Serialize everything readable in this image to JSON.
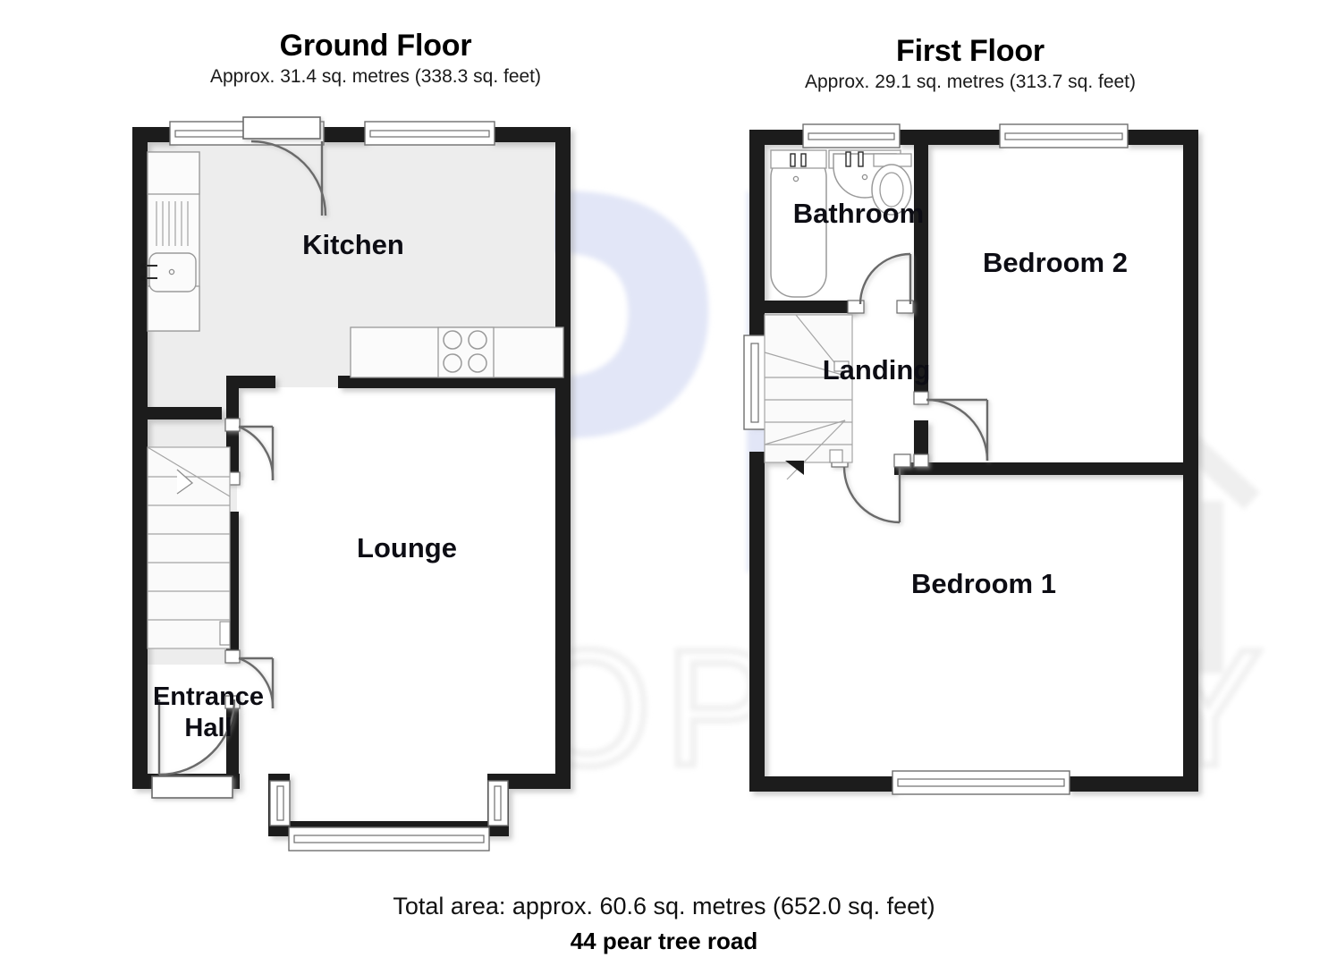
{
  "document": {
    "address": "44 pear tree road",
    "total_area": "Total area: approx. 60.6 sq. metres (652.0 sq. feet)",
    "watermark": {
      "logo_text": "PR",
      "brand_text": "PROPERTY",
      "logo_color": "#dfe3f5",
      "brand_color": "#f1f1f1"
    }
  },
  "floors": [
    {
      "id": "ground",
      "title": "Ground Floor",
      "area": "Approx. 31.4 sq. metres (338.3 sq. feet)",
      "rooms": [
        {
          "name": "Kitchen",
          "label": "Kitchen"
        },
        {
          "name": "Lounge",
          "label": "Lounge"
        },
        {
          "name": "Entrance Hall",
          "label": "Entrance\nHall",
          "line1": "Entrance",
          "line2": "Hall"
        }
      ],
      "fixtures": [
        "sink-with-drainer",
        "hob-four-burner",
        "kitchen-counter",
        "staircase-up",
        "bay-window"
      ],
      "openings": {
        "windows": 4,
        "doors": 3
      }
    },
    {
      "id": "first",
      "title": "First Floor",
      "area": "Approx. 29.1 sq. metres (313.7 sq. feet)",
      "rooms": [
        {
          "name": "Bathroom",
          "label": "Bathroom"
        },
        {
          "name": "Landing",
          "label": "Landing"
        },
        {
          "name": "Bedroom 1",
          "label": "Bedroom 1"
        },
        {
          "name": "Bedroom 2",
          "label": "Bedroom 2"
        }
      ],
      "fixtures": [
        "bathtub",
        "wash-basin",
        "toilet",
        "staircase-down"
      ],
      "openings": {
        "windows": 4,
        "doors": 3
      }
    }
  ],
  "style": {
    "wall_color": "#1a1a1a",
    "floor_fill_ground": "#ededed",
    "floor_fill_white": "#ffffff",
    "fixture_stroke": "#8a8a8a"
  }
}
